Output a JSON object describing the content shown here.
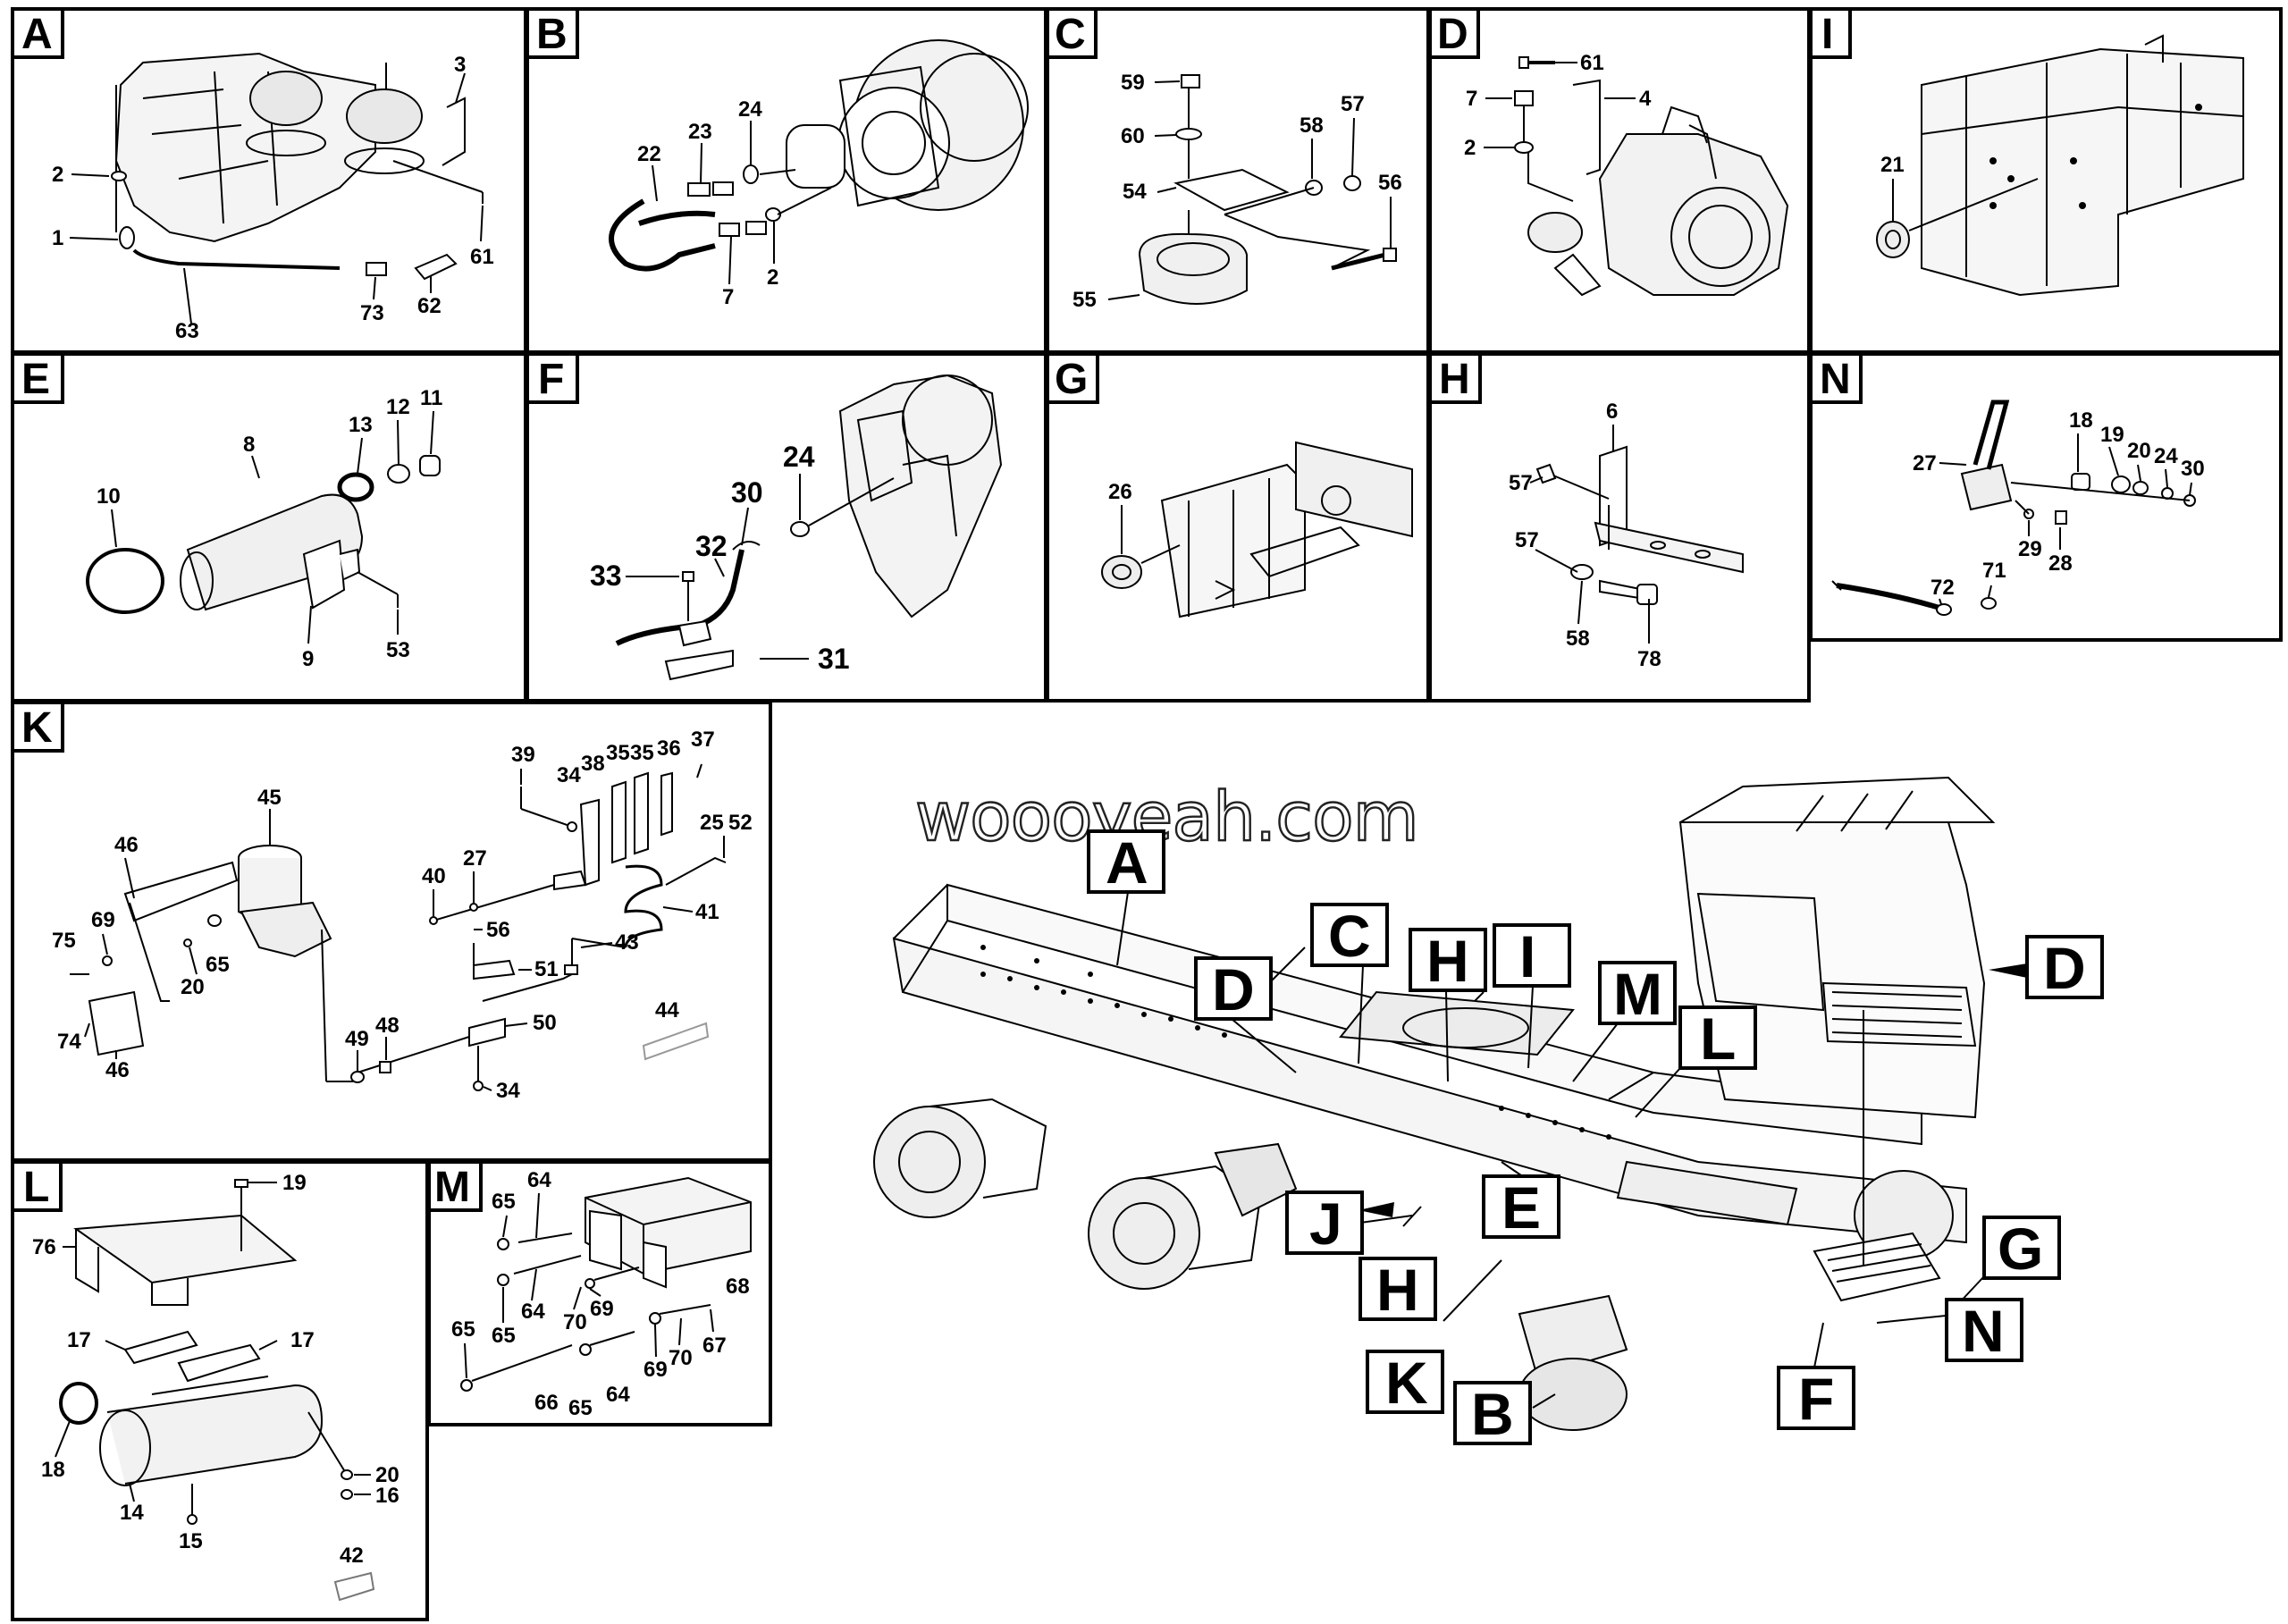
{
  "watermark": "woooyeah.com",
  "panels": {
    "A": {
      "letter": "A",
      "callouts": [
        "3",
        "2",
        "1",
        "61",
        "63",
        "73",
        "62"
      ]
    },
    "B": {
      "letter": "B",
      "callouts": [
        "22",
        "23",
        "24",
        "7",
        "2"
      ]
    },
    "C": {
      "letter": "C",
      "callouts": [
        "59",
        "60",
        "58",
        "57",
        "54",
        "56",
        "55"
      ]
    },
    "D": {
      "letter": "D",
      "callouts": [
        "61",
        "7",
        "4",
        "2"
      ]
    },
    "I": {
      "letter": "I",
      "callouts": [
        "21"
      ]
    },
    "E": {
      "letter": "E",
      "callouts": [
        "8",
        "13",
        "12",
        "11",
        "10",
        "9",
        "53"
      ]
    },
    "F": {
      "letter": "F",
      "callouts": [
        "30",
        "24",
        "32",
        "33",
        "31"
      ]
    },
    "G": {
      "letter": "G",
      "callouts": [
        "26"
      ]
    },
    "H": {
      "letter": "H",
      "callouts": [
        "6",
        "57",
        "57",
        "58",
        "78"
      ]
    },
    "N": {
      "letter": "N",
      "callouts": [
        "18",
        "27",
        "19",
        "20",
        "24",
        "30",
        "29",
        "28",
        "71",
        "72"
      ]
    },
    "K": {
      "letter": "K",
      "callouts": [
        "45",
        "39",
        "34",
        "38",
        "35",
        "35",
        "36",
        "37",
        "46",
        "27",
        "25",
        "52",
        "40",
        "69",
        "75",
        "65",
        "56",
        "41",
        "43",
        "51",
        "20",
        "74",
        "46",
        "49",
        "48",
        "50",
        "44",
        "34"
      ]
    },
    "L": {
      "letter": "L",
      "callouts": [
        "19",
        "76",
        "17",
        "17",
        "20",
        "16",
        "18",
        "14",
        "15",
        "42"
      ]
    },
    "M": {
      "letter": "M",
      "callouts": [
        "64",
        "65",
        "65",
        "64",
        "69",
        "70",
        "68",
        "65",
        "69",
        "70",
        "67",
        "66",
        "65",
        "64"
      ]
    }
  },
  "main_labels": [
    "A",
    "C",
    "D",
    "H",
    "I",
    "M",
    "L",
    "D",
    "J",
    "E",
    "H",
    "K",
    "B",
    "G",
    "N",
    "F"
  ]
}
